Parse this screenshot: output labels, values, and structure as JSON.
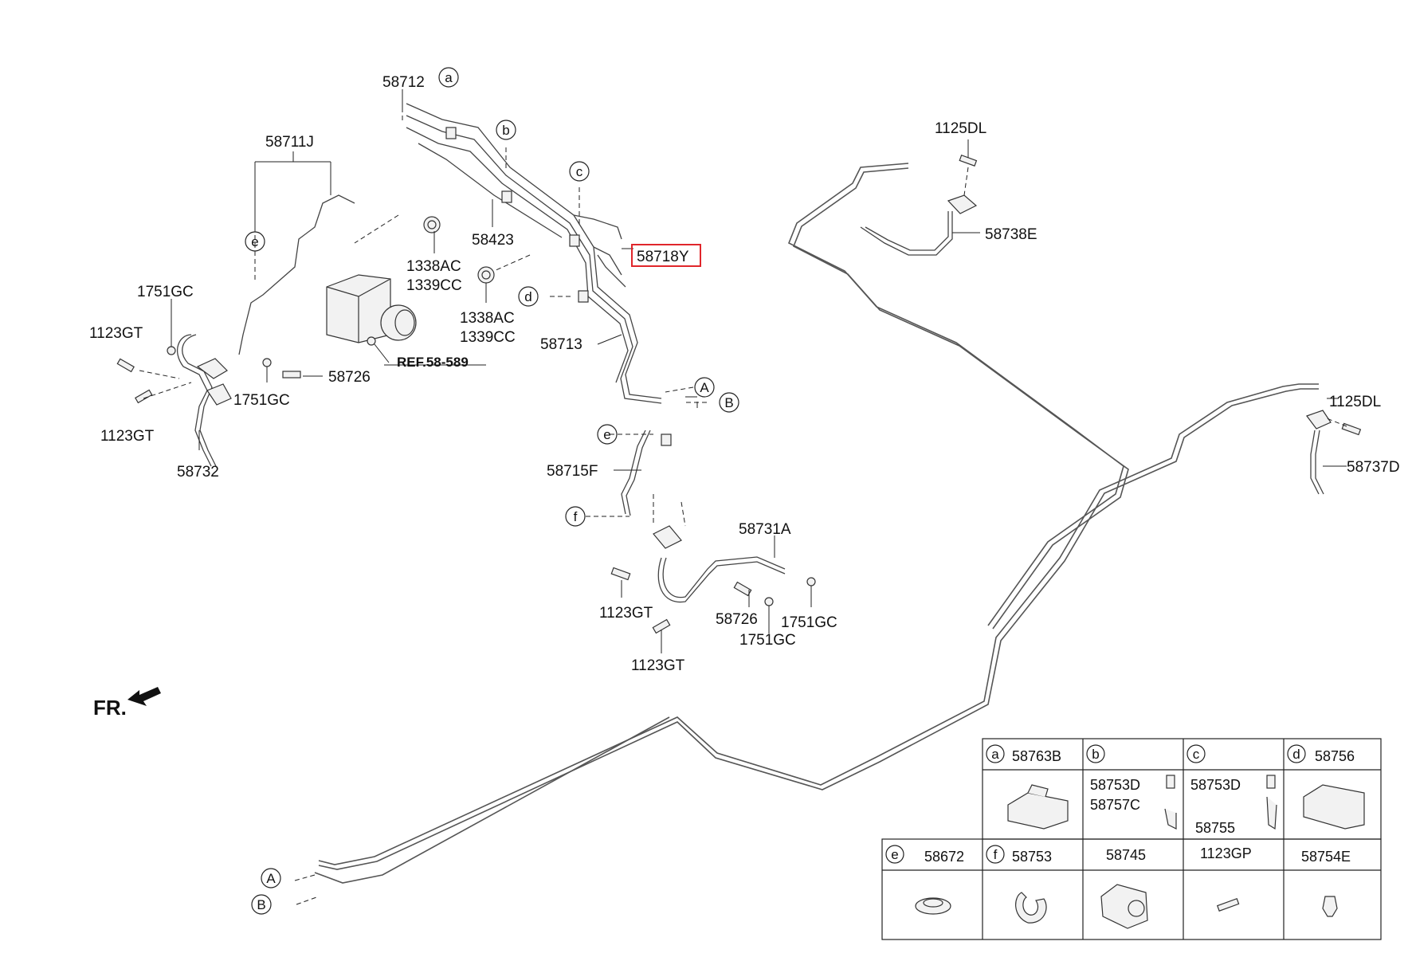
{
  "callouts": {
    "p58712": "58712",
    "p58711J": "58711J",
    "p1751GC_a": "1751GC",
    "p1123GT_a": "1123GT",
    "p1123GT_b": "1123GT",
    "p58732": "58732",
    "p1751GC_b": "1751GC",
    "p58726_a": "58726",
    "ref": "REF.58-589",
    "p58423": "58423",
    "p1338AC_a": "1338AC",
    "p1339CC_a": "1339CC",
    "p1338AC_b": "1338AC",
    "p1339CC_b": "1339CC",
    "p58718Y": "58718Y",
    "p58713": "58713",
    "p58715F": "58715F",
    "p58731A": "58731A",
    "p1123GT_c": "1123GT",
    "p58726_b": "58726",
    "p1751GC_c": "1751GC",
    "p1751GC_d": "1751GC",
    "p1123GT_d": "1123GT",
    "p1125DL_a": "1125DL",
    "p58738E": "58738E",
    "p1125DL_b": "1125DL",
    "p58737D": "58737D",
    "fr": "FR."
  },
  "circle_letters": {
    "a": "a",
    "b": "b",
    "c": "c",
    "d": "d",
    "e": "e",
    "f": "f",
    "A": "A",
    "B": "B"
  },
  "legend_table": {
    "row1": [
      {
        "letter": "a",
        "part": "58763B"
      },
      {
        "letter": "b",
        "part": "58753D",
        "part2": "58757C"
      },
      {
        "letter": "c",
        "part": "58753D",
        "part2": "58755"
      },
      {
        "letter": "d",
        "part": "58756"
      }
    ],
    "row2": [
      {
        "letter": "e",
        "part": "58672"
      },
      {
        "letter": "f",
        "part": "58753"
      },
      {
        "letter": "",
        "part": "58745"
      },
      {
        "letter": "",
        "part": "1123GP"
      },
      {
        "letter": "",
        "part": "58754E"
      }
    ]
  },
  "highlight": {
    "part": "58718Y",
    "color": "#e0262b"
  }
}
